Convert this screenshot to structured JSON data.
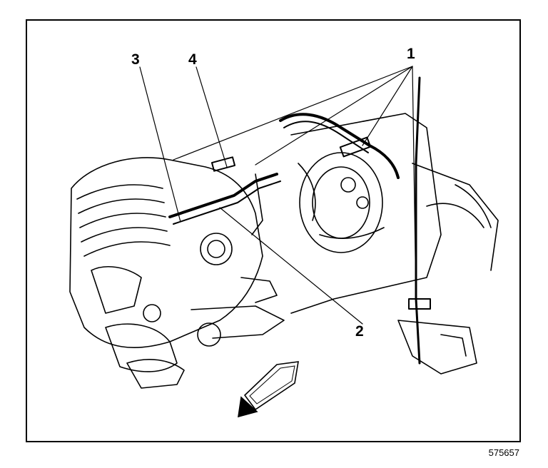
{
  "figure": {
    "callouts": [
      {
        "id": "1",
        "label": "1"
      },
      {
        "id": "2",
        "label": "2"
      },
      {
        "id": "3",
        "label": "3"
      },
      {
        "id": "4",
        "label": "4"
      }
    ],
    "figure_number": "575657"
  }
}
